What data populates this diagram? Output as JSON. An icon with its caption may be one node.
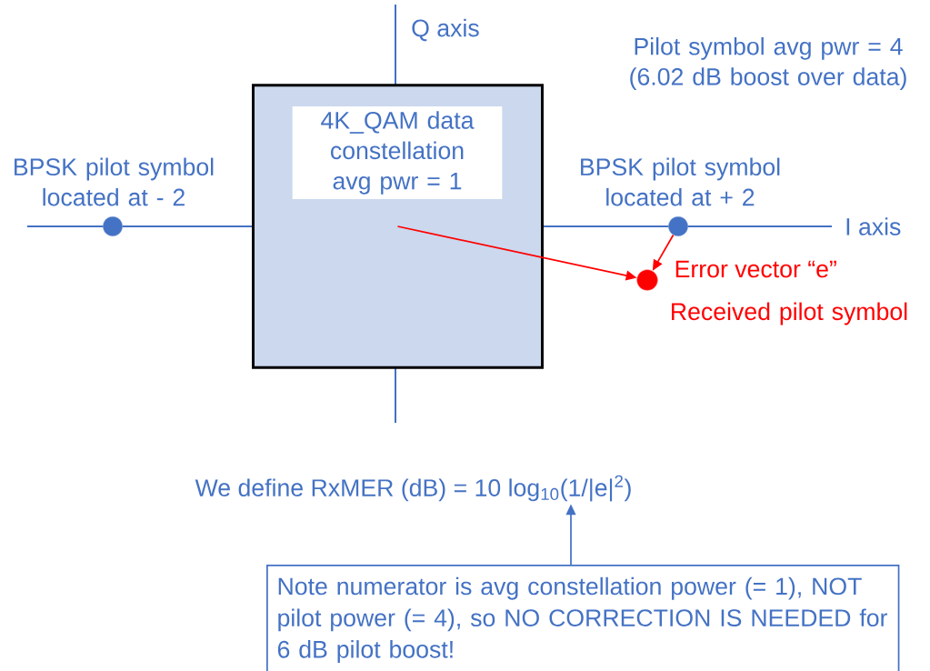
{
  "diagram": {
    "nodes": [
      {
        "text": [
          "4K_QAM data constellation avg pwr = 1"
        ]
      },
      {
        "text": [],
        "shape": "circle",
        "beside": [
          "BPSK pilot symbol located at - 2"
        ]
      },
      {
        "text": [],
        "shape": "circle",
        "beside": [
          "BPSK pilot symbol located at + 2"
        ]
      },
      {
        "text": [],
        "shape": "circle",
        "beside": [
          "Received pilot symbol"
        ]
      },
      {
        "text": [
          "We define RxMER (dB) = 10 log$_{10}$(1/|e|$^{2}$)"
        ]
      },
      {
        "text": [
          "Note numerator is avg constellation power (= 1), NOT pilot power (= 4), so NO CORRECTION IS NEEDED for 6 dB pilot boost!"
        ]
      }
    ],
    "edges": [
      {
        "from": 0,
        "to": 3,
        "arrow": "to"
      },
      {
        "from": 2,
        "to": 3,
        "arrow": "to",
        "label": "Error vector “e”"
      },
      {
        "from": 5,
        "to": 4,
        "arrow": "to",
        "color": "#4472c4"
      }
    ],
    "labels": [
      "Q axis",
      "I axis",
      "Pilot symbol avg pwr = 4 (6.02 dB boost over data)"
    ]
  }
}
